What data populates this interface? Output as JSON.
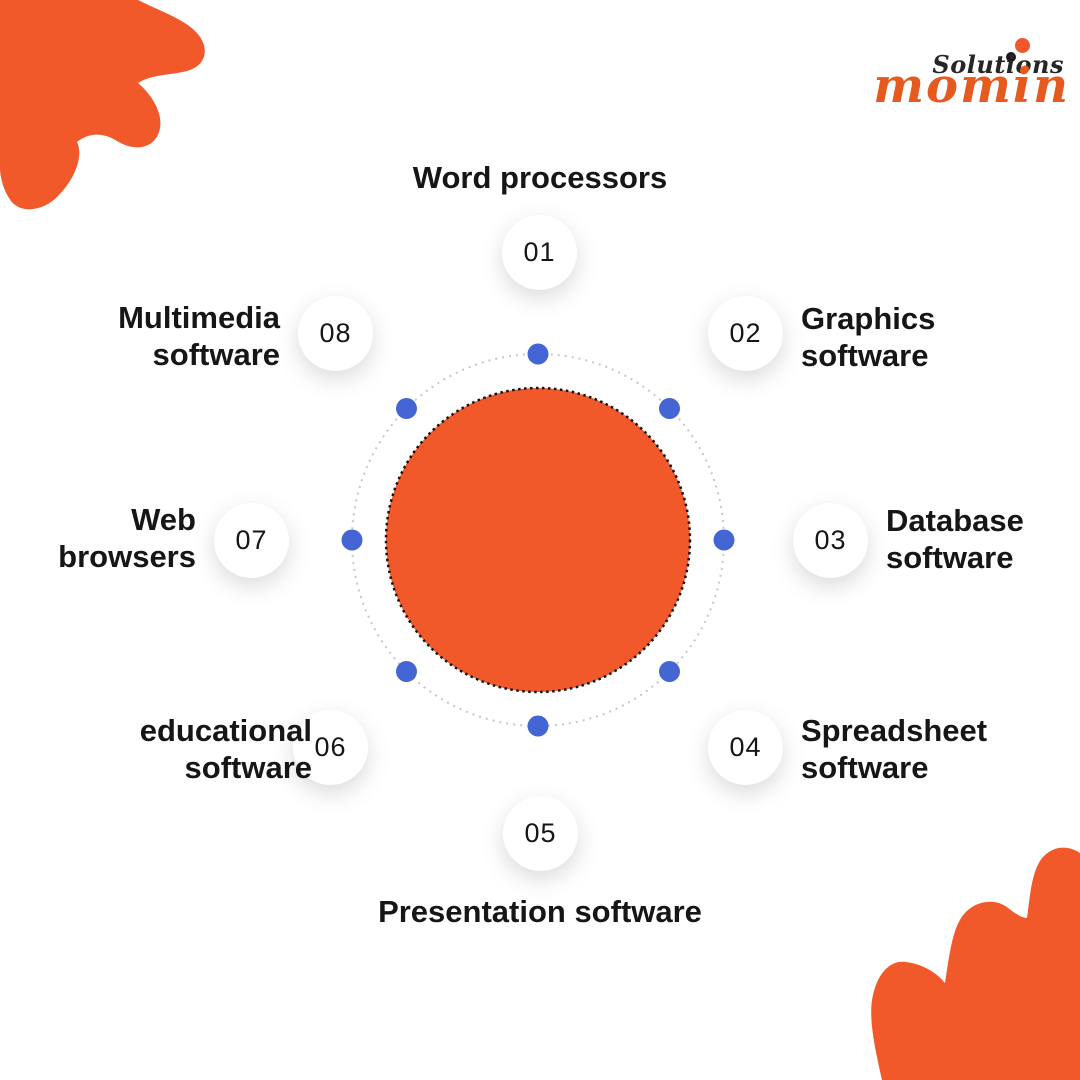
{
  "brand": {
    "name": "momin",
    "tagline": "Solutions"
  },
  "diagram": {
    "items": [
      {
        "number": "01",
        "label": "Word processors",
        "position": "top"
      },
      {
        "number": "02",
        "label": "Graphics\nsoftware",
        "position": "top-right"
      },
      {
        "number": "03",
        "label": "Database\nsoftware",
        "position": "right"
      },
      {
        "number": "04",
        "label": "Spreadsheet\nsoftware",
        "position": "bottom-right"
      },
      {
        "number": "05",
        "label": "Presentation software",
        "position": "bottom"
      },
      {
        "number": "06",
        "label": "educational\nsoftware",
        "position": "bottom-left"
      },
      {
        "number": "07",
        "label": "Web\nbrowsers",
        "position": "left"
      },
      {
        "number": "08",
        "label": "Multimedia\nsoftware",
        "position": "top-left"
      }
    ]
  },
  "colors": {
    "accent_orange": "#f1592a",
    "logo_orange": "#e6591f",
    "dot_blue": "#4366d4",
    "orbit_gray": "#c7c7c7",
    "text_dark": "#161616"
  }
}
